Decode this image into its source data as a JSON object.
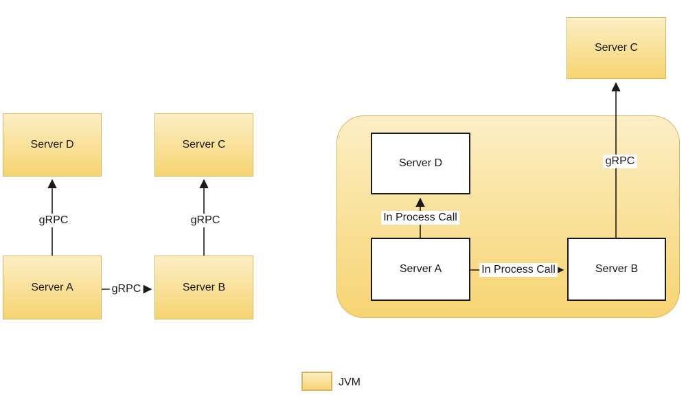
{
  "colors": {
    "node_fill_top": "#FCEFC5",
    "node_fill_bottom": "#F7D472",
    "node_border": "#D9B55D",
    "white_node_border": "#1A1A1A",
    "arrow_color": "#1A1A1A",
    "background": "#FFFFFF"
  },
  "left_diagram": {
    "nodes": {
      "server_d": {
        "label": "Server D"
      },
      "server_c": {
        "label": "Server C"
      },
      "server_a": {
        "label": "Server A"
      },
      "server_b": {
        "label": "Server B"
      }
    },
    "edges": {
      "a_to_d": {
        "label": "gRPC"
      },
      "b_to_c": {
        "label": "gRPC"
      },
      "a_to_b": {
        "label": "gRPC"
      }
    }
  },
  "right_diagram": {
    "nodes": {
      "server_d": {
        "label": "Server D"
      },
      "server_a": {
        "label": "Server A"
      },
      "server_b": {
        "label": "Server B"
      },
      "server_c": {
        "label": "Server C"
      }
    },
    "edges": {
      "a_to_d": {
        "label": "In Process Call"
      },
      "a_to_b": {
        "label": "In Process Call"
      },
      "b_to_c": {
        "label": "gRPC"
      }
    }
  },
  "legend": {
    "jvm_label": "JVM"
  }
}
